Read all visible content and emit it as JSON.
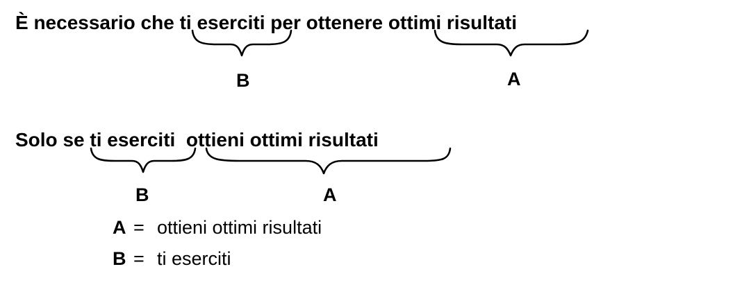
{
  "sentence1": "È necessario che ti eserciti per ottenere ottimi risultati",
  "sentence1_labels": {
    "first": "B",
    "second": "A"
  },
  "sentence2": "Solo se ti eserciti  ottieni ottimi risultati",
  "sentence2_labels": {
    "first": "B",
    "second": "A"
  },
  "definitions": [
    {
      "key": "A",
      "equals": "=",
      "value": "ottieni ottimi risultati"
    },
    {
      "key": "B",
      "equals": "=",
      "value": "ti eserciti"
    }
  ]
}
